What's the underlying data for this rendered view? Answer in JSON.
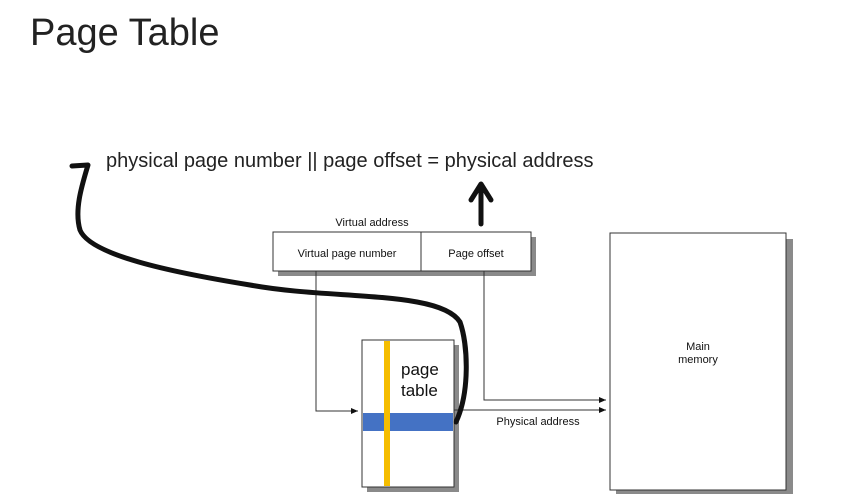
{
  "title": "Page Table",
  "formula": "physical page number || page offset = physical address",
  "diagram": {
    "virtual_address_label": "Virtual address",
    "virtual_page_number_label": "Virtual page number",
    "page_offset_label": "Page offset",
    "page_table_line1": "page",
    "page_table_line2": "table",
    "physical_address_label": "Physical address",
    "main_memory_line1": "Main",
    "main_memory_line2": "memory"
  },
  "colors": {
    "highlight_row": "#4472c4",
    "highlight_column": "#f5bd00",
    "ink": "#111111",
    "shadow": "#8a8a8a"
  }
}
